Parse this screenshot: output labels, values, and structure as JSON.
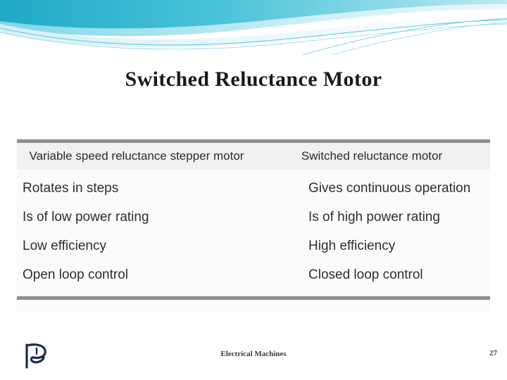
{
  "slide": {
    "title": "Switched Reluctance Motor",
    "footer_text": "Electrical Machines",
    "page_number": "27",
    "logo_name": "p-monogram-logo"
  },
  "comparison_table": {
    "headers": [
      "Variable speed reluctance stepper motor",
      "Switched reluctance motor"
    ],
    "rows": [
      [
        "Rotates in steps",
        "Gives continuous operation"
      ],
      [
        "Is of low power rating",
        "Is of high power rating"
      ],
      [
        "Low efficiency",
        "High efficiency"
      ],
      [
        "Open loop control",
        "Closed loop control"
      ]
    ]
  },
  "colors": {
    "banner_cyan": "#27b8d4",
    "banner_teal": "#5fcbdd",
    "banner_pale": "#d8f1f6",
    "rule_gray": "#8e8e8e",
    "header_bg": "#f1f1f1",
    "body_bg": "#fbfbfb",
    "text_dark": "#2e2e2e"
  }
}
